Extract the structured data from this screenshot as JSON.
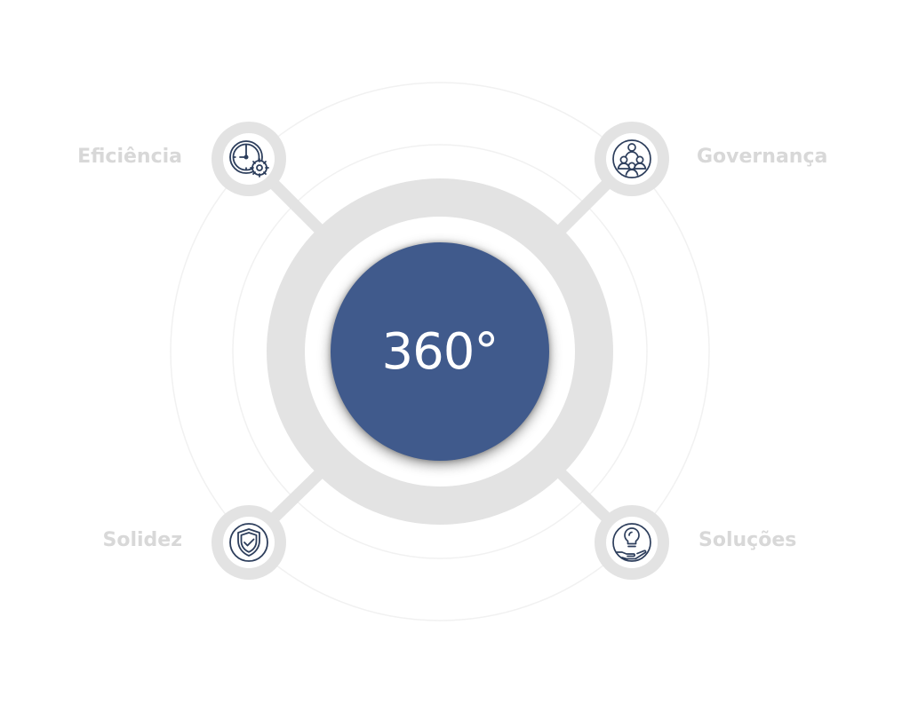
{
  "center": {
    "label": "360°"
  },
  "nodes": {
    "top_left": {
      "label": "Eficiência",
      "icon": "clock-gear-icon"
    },
    "top_right": {
      "label": "Governança",
      "icon": "team-hierarchy-icon"
    },
    "bottom_left": {
      "label": "Solidez",
      "icon": "shield-check-icon"
    },
    "bottom_right": {
      "label": "Soluções",
      "icon": "lightbulb-hand-icon"
    }
  },
  "colors": {
    "core": "#405a8c",
    "ring": "#e3e3e3",
    "icon_stroke": "#2d3e5c",
    "label": "#d8d8d8"
  }
}
